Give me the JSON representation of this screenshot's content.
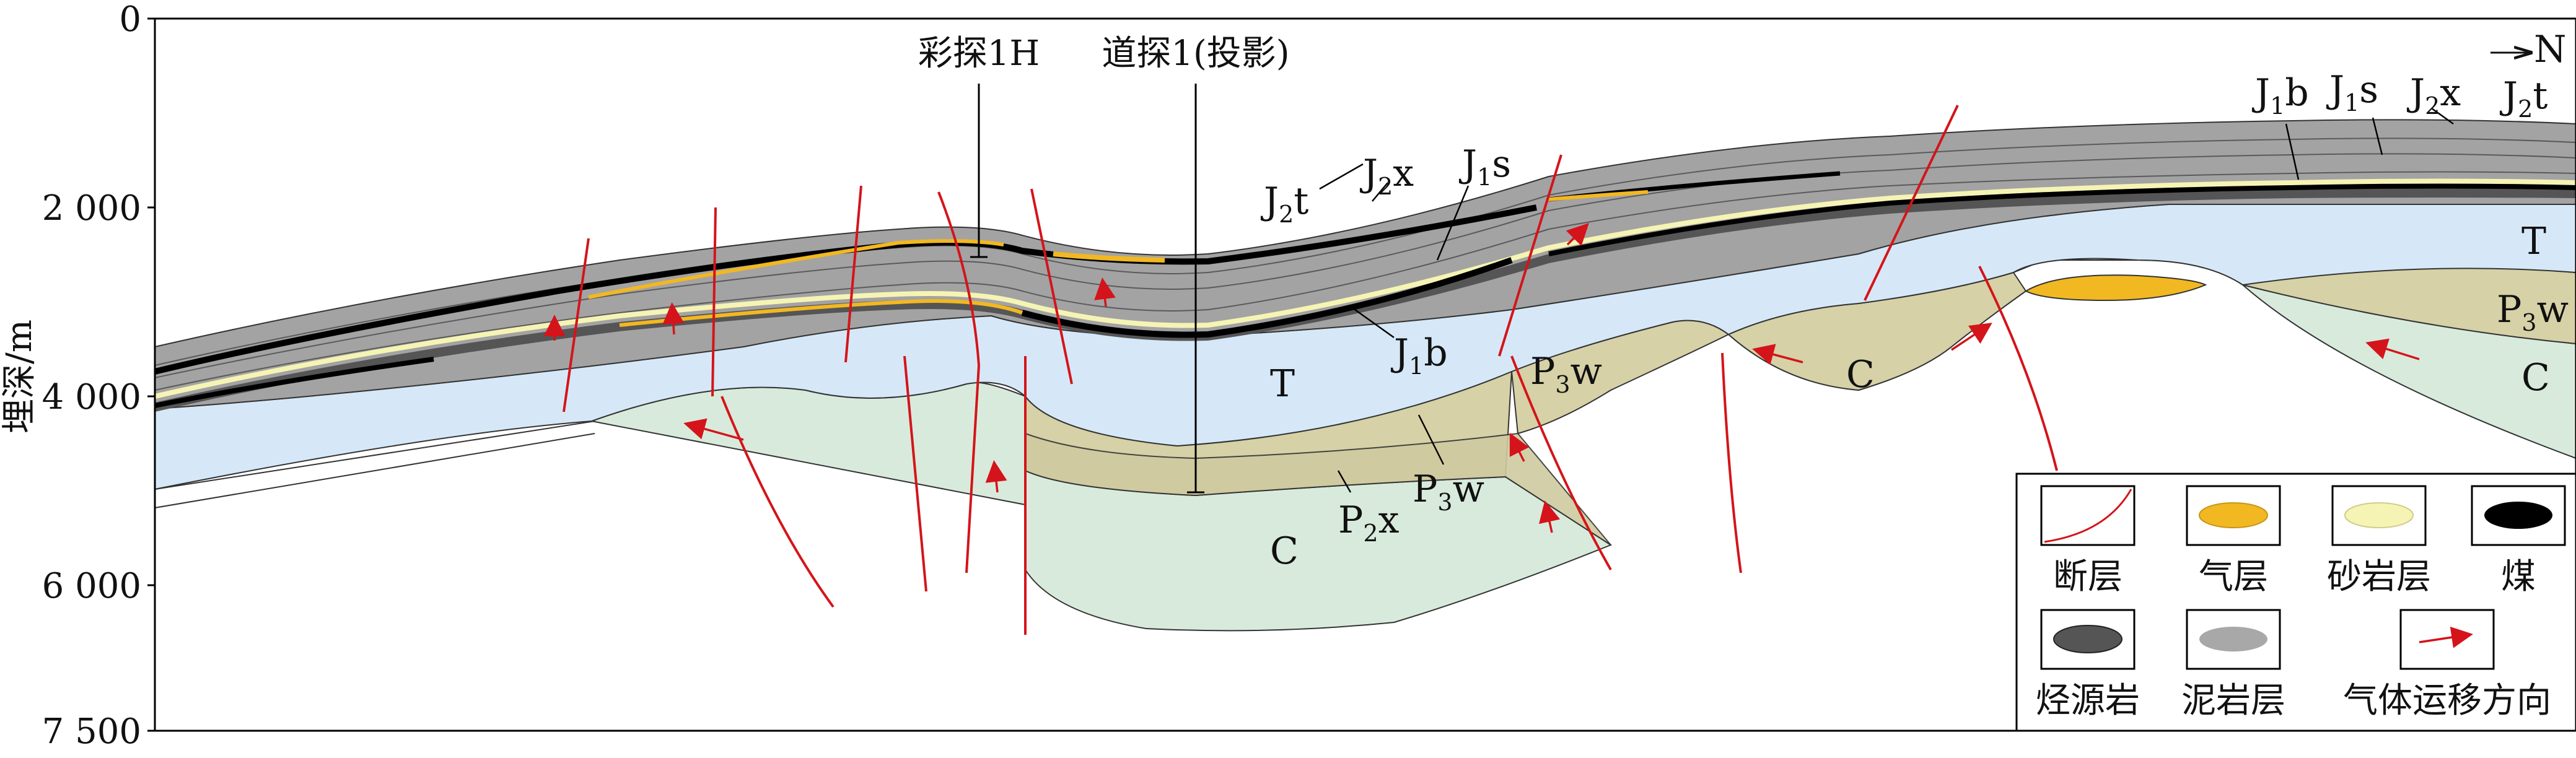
{
  "axis": {
    "ylabel": "埋深/m",
    "ticks": [
      "0",
      "2 000",
      "4 000",
      "6 000",
      "7 500"
    ]
  },
  "north": "N",
  "wells": [
    {
      "name": "彩探1H"
    },
    {
      "name": "道探1(投影)"
    }
  ],
  "strata": {
    "J2t": {
      "main": "J",
      "sub": "2",
      "tail": "t"
    },
    "J2x": {
      "main": "J",
      "sub": "2",
      "tail": "x"
    },
    "J1s": {
      "main": "J",
      "sub": "1",
      "tail": "s"
    },
    "J1b": {
      "main": "J",
      "sub": "1",
      "tail": "b"
    },
    "T": {
      "main": "T"
    },
    "P3w": {
      "main": "P",
      "sub": "3",
      "tail": "w"
    },
    "P2x": {
      "main": "P",
      "sub": "2",
      "tail": "x"
    },
    "C": {
      "main": "C"
    }
  },
  "legend": {
    "items": [
      {
        "label": "断层",
        "symbol": "fault-icon"
      },
      {
        "label": "气层",
        "symbol": "gas-layer-icon",
        "color": "#f2b822"
      },
      {
        "label": "砂岩层",
        "symbol": "sandstone-icon",
        "color": "#f6f4b4"
      },
      {
        "label": "煤",
        "symbol": "coal-icon",
        "color": "#000000"
      },
      {
        "label": "烃源岩",
        "symbol": "source-rock-icon",
        "color": "#555555"
      },
      {
        "label": "泥岩层",
        "symbol": "mudstone-icon",
        "color": "#a8a8a8"
      },
      {
        "label": "气体运移方向",
        "symbol": "migration-arrow-icon",
        "color": "#d4141a"
      }
    ]
  },
  "colors": {
    "fault": "#d4141a",
    "arrow": "#d4141a",
    "triassic": "#d6e8f7",
    "permian": "#d6d1a6",
    "carboniferous": "#d8eadc",
    "jurassic": "#a3a3a3",
    "gas": "#f2b822",
    "sand": "#f6f4b4",
    "coal": "#000000",
    "source": "#555555"
  }
}
